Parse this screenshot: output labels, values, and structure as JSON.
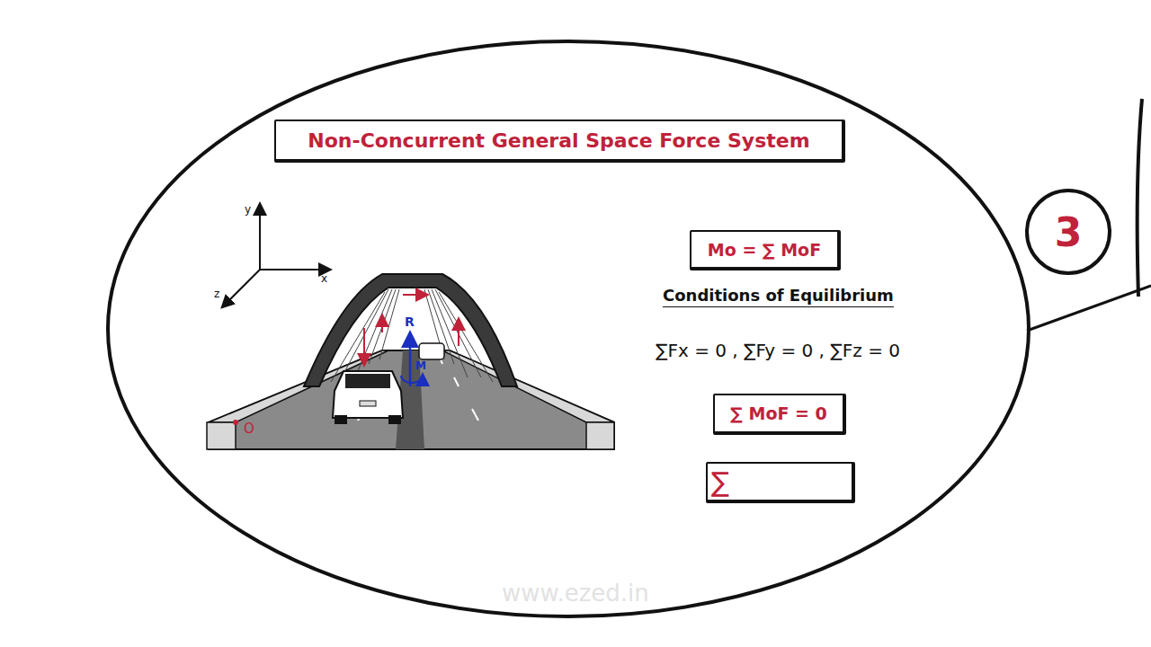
{
  "diagram": {
    "title": "Non-Concurrent General Space Force System",
    "nodes": [
      {
        "text": [
          "Non-Concurrent General Space Force System"
        ]
      },
      {
        "text": [
          "Mo = ∑ MoF"
        ]
      },
      {
        "text": [
          "∑ MoF = 0"
        ]
      },
      {
        "text": [
          "∑"
        ]
      },
      {
        "text": [
          "3"
        ]
      }
    ],
    "labels": [
      "y",
      "x",
      "z",
      "R",
      "M",
      "O",
      "Conditions of Equilibrium",
      "∑Fx = 0 , ∑Fy = 0 , ∑Fz = 0",
      "www.ezed.in"
    ]
  }
}
